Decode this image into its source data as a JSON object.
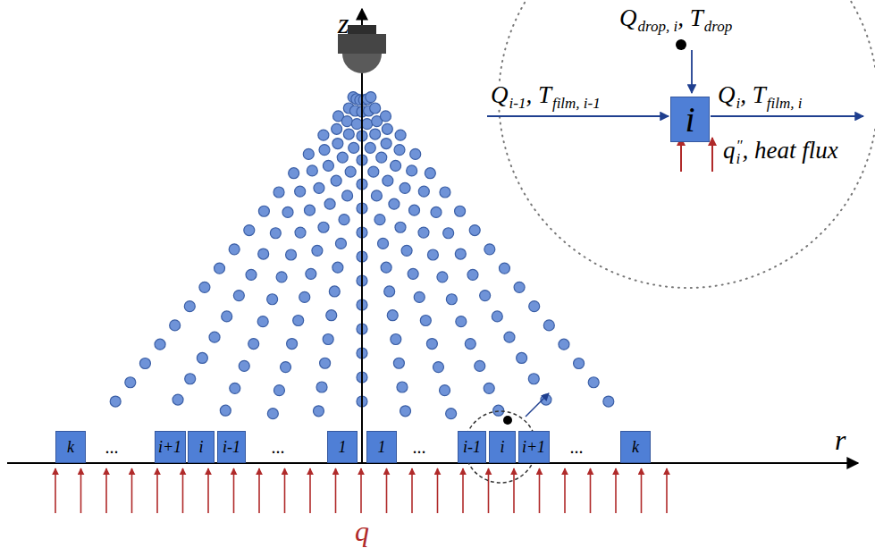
{
  "diagram": {
    "nodes": [
      {
        "text": [
          "i"
        ]
      },
      {
        "text": [
          "k"
        ]
      },
      {
        "text": [
          "i+1"
        ]
      },
      {
        "text": [
          "i"
        ]
      },
      {
        "text": [
          "i-1"
        ]
      },
      {
        "text": [
          "1"
        ]
      },
      {
        "text": [
          "1"
        ]
      },
      {
        "text": [
          "i-1"
        ]
      },
      {
        "text": [
          "i"
        ]
      },
      {
        "text": [
          "i+1"
        ]
      },
      {
        "text": [
          "k"
        ]
      }
    ],
    "edges": [],
    "labels": [
      "Q",
      "drop, i",
      ", T",
      "drop",
      "z",
      "Q",
      "i-1",
      ", T",
      "film, i-1",
      "Q",
      "i",
      ", T",
      "film, i",
      "q",
      "″",
      "i",
      ", heat flux",
      "...",
      "...",
      "...",
      "...",
      "r",
      "q"
    ]
  }
}
